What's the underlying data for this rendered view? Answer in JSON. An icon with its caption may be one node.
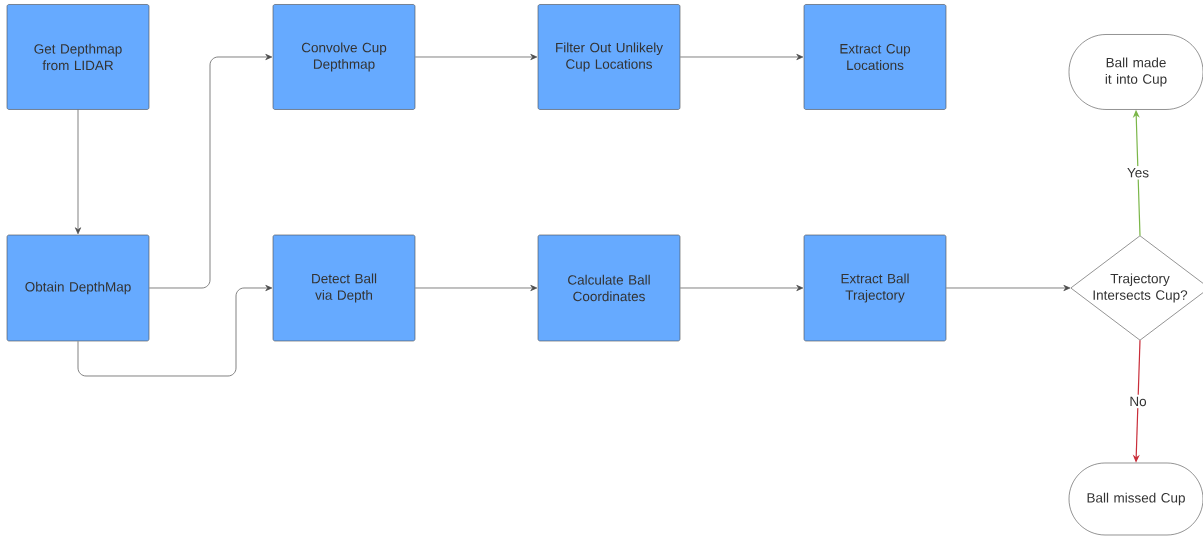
{
  "diagram": {
    "nodes": [
      {
        "text": [
          "Get Depthmap from LIDAR"
        ]
      },
      {
        "text": [
          "Convolve Cup Depthmap"
        ]
      },
      {
        "text": [
          "Filter Out Unlikely Cup Locations"
        ]
      },
      {
        "text": [
          "Extract Cup Locations"
        ]
      },
      {
        "text": [
          "Ball made it into Cup"
        ]
      },
      {
        "text": [
          "Obtain DepthMap"
        ]
      },
      {
        "text": [
          "Detect Ball via Depth"
        ]
      },
      {
        "text": [
          "Calculate Ball Coordinates"
        ]
      },
      {
        "text": [
          "Extract Ball Trajectory"
        ]
      },
      {
        "text": [
          "Trajectory Intersects Cup?"
        ]
      },
      {
        "text": [
          "Ball missed Cup"
        ]
      }
    ],
    "edges": [
      {
        "from": 0,
        "to": 5,
        "arrow": "to"
      },
      {
        "from": 5,
        "to": 1,
        "arrow": "to"
      },
      {
        "from": 5,
        "to": 6,
        "arrow": "to"
      },
      {
        "from": 1,
        "to": 2,
        "arrow": "to"
      },
      {
        "from": 2,
        "to": 3,
        "arrow": "to"
      },
      {
        "from": 6,
        "to": 7,
        "arrow": "to"
      },
      {
        "from": 7,
        "to": 8,
        "arrow": "to"
      },
      {
        "from": 8,
        "to": 9,
        "arrow": "to"
      },
      {
        "from": 9,
        "to": 4,
        "arrow": "to",
        "label": "Yes",
        "color": "#7ab648"
      },
      {
        "from": 9,
        "to": 10,
        "arrow": "to",
        "label": "No",
        "color": "#c92d39"
      }
    ]
  }
}
